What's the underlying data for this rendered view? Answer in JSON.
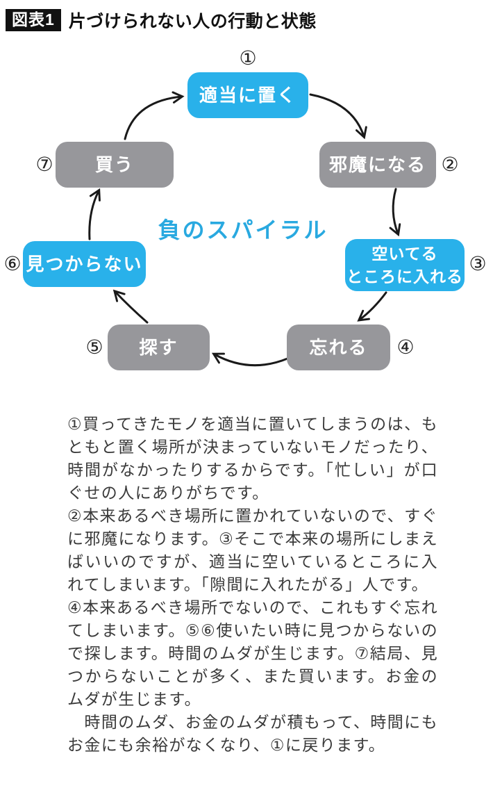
{
  "header": {
    "badge": "図表1",
    "title": "片づけられない人の行動と状態"
  },
  "diagram": {
    "center_label": "負のスパイラル",
    "colors": {
      "node_blue": "#29B1EA",
      "node_gray": "#97979B",
      "center_text_blue": "#29A9E0",
      "arrow_black": "#1A1A1A"
    },
    "nodes": [
      {
        "num": "①",
        "label": "適当に置く",
        "color": "blue"
      },
      {
        "num": "②",
        "label": "邪魔になる",
        "color": "gray"
      },
      {
        "num": "③",
        "label": "空いてる\nところに入れる",
        "color": "blue"
      },
      {
        "num": "④",
        "label": "忘れる",
        "color": "gray"
      },
      {
        "num": "⑤",
        "label": "探す",
        "color": "gray"
      },
      {
        "num": "⑥",
        "label": "見つからない",
        "color": "blue"
      },
      {
        "num": "⑦",
        "label": "買う",
        "color": "gray"
      }
    ]
  },
  "body": {
    "paragraphs": [
      "①買ってきたモノを適当に置いてしまうのは、もともと置く場所が決まっていないモノだったり、時間がなかったりするからです。「忙しい」が口ぐせの人にありがちです。",
      "②本来あるべき場所に置かれていないので、すぐに邪魔になります。③そこで本来の場所にしまえばいいのですが、適当に空いているところに入れてしまいます。「隙間に入れたがる」人です。",
      "④本来あるべき場所でないので、これもすぐ忘れてしまいます。⑤⑥使いたい時に見つからないので探します。時間のムダが生じます。⑦結局、見つからないことが多く、また買います。お金のムダが生じます。",
      "　時間のムダ、お金のムダが積もって、時間にもお金にも余裕がなくなり、①に戻ります。"
    ]
  }
}
